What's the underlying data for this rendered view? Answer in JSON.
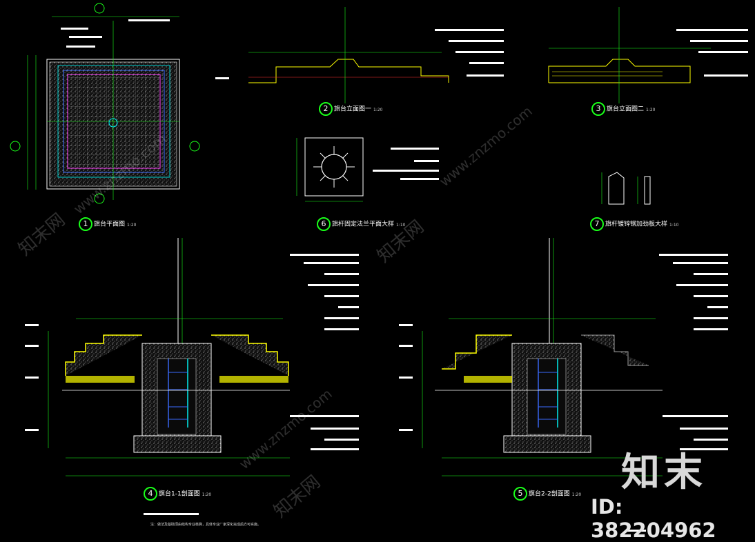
{
  "drawings": [
    {
      "id": "1",
      "title": "旗台平面图",
      "scale": "1:20"
    },
    {
      "id": "2",
      "title": "旗台立面图一",
      "scale": "1:20"
    },
    {
      "id": "3",
      "title": "旗台立面图二",
      "scale": "1:20"
    },
    {
      "id": "6",
      "title": "旗杆固定法兰平面大样",
      "scale": "1:10"
    },
    {
      "id": "7",
      "title": "旗杆镀锌钢加劲板大样",
      "scale": "1:10"
    },
    {
      "id": "4",
      "title": "旗台1-1剖面图",
      "scale": "1:20"
    },
    {
      "id": "5",
      "title": "旗台2-2剖面图",
      "scale": "1:20"
    }
  ],
  "watermark": {
    "site": "www.znzmo.com",
    "brand": "知末网",
    "logo": "知末",
    "id_label": "ID: 382204962"
  },
  "note": "注：做法及基础须由结构专业核算，具体专业厂家深化完成后方可实施。",
  "colors": {
    "bg": "#000000",
    "green": "#19ff19",
    "yellow": "#ffff00",
    "cyan": "#00ffff",
    "blue": "#3b6bff",
    "magenta": "#ff40ff",
    "red": "#ff3030",
    "white": "#ffffff",
    "gray": "#9a9a9a"
  }
}
